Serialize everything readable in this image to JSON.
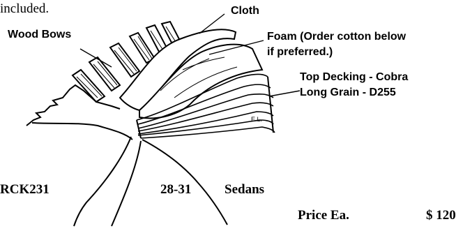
{
  "header_text": "included.",
  "callouts": {
    "cloth": "Cloth",
    "wood_bows": "Wood Bows",
    "foam_line1": "Foam (Order cotton below",
    "foam_line2": "if preferred.)",
    "decking_line1": "Top Decking - Cobra",
    "decking_line2": "Long Grain  - D255"
  },
  "sketch_mark": "E.L.",
  "product": {
    "part_number": "RCK231",
    "years": "28-31",
    "model": "Sedans",
    "price_label": "Price Ea.",
    "price_value": "$ 120"
  }
}
